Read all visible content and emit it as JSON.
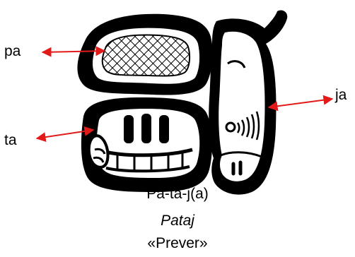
{
  "labels": {
    "pa": "pa",
    "ta": "ta",
    "ja": "ja"
  },
  "caption": {
    "transliteration": "Pa-ta-j(a)",
    "word": "Pataj",
    "translation": "«Prever»"
  },
  "colors": {
    "ink": "#000000",
    "arrow": "#e21a1a",
    "background": "#ffffff"
  }
}
